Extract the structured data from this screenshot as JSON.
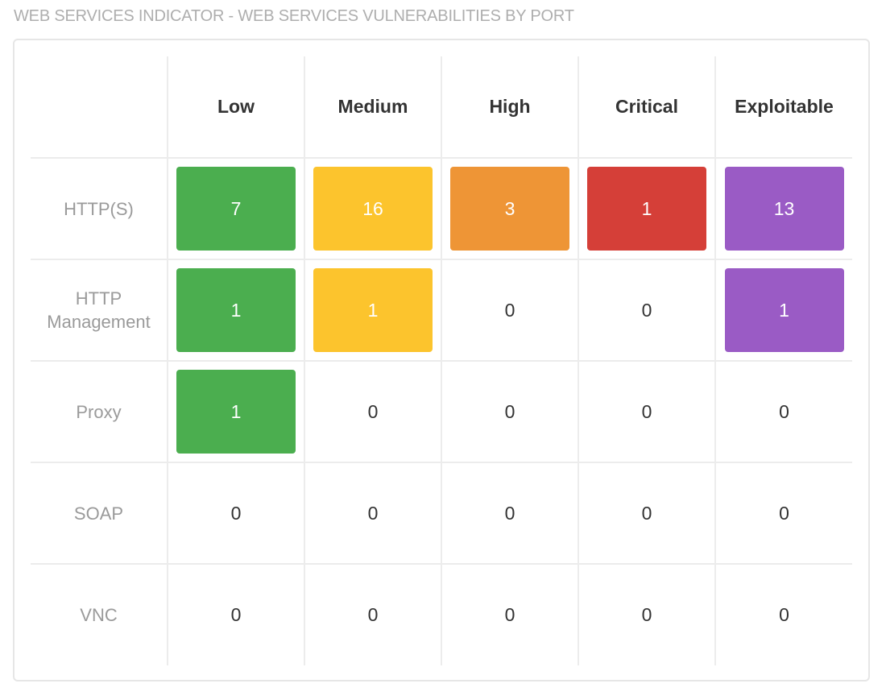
{
  "title": "WEB SERVICES INDICATOR - WEB SERVICES VULNERABILITIES BY PORT",
  "severity_colors": {
    "low": "#4bae4f",
    "medium": "#fcc42d",
    "high": "#ee9536",
    "critical": "#d53f38",
    "exploitable": "#9a5bc5"
  },
  "columns": [
    {
      "key": "low",
      "label": "Low"
    },
    {
      "key": "medium",
      "label": "Medium"
    },
    {
      "key": "high",
      "label": "High"
    },
    {
      "key": "critical",
      "label": "Critical"
    },
    {
      "key": "exploitable",
      "label": "Exploitable"
    }
  ],
  "rows": [
    {
      "label": "HTTP(S)",
      "values": [
        "7",
        "16",
        "3",
        "1",
        "13"
      ]
    },
    {
      "label": "HTTP Management",
      "values": [
        "1",
        "1",
        "0",
        "0",
        "1"
      ]
    },
    {
      "label": "Proxy",
      "values": [
        "1",
        "0",
        "0",
        "0",
        "0"
      ]
    },
    {
      "label": "SOAP",
      "values": [
        "0",
        "0",
        "0",
        "0",
        "0"
      ]
    },
    {
      "label": "VNC",
      "values": [
        "0",
        "0",
        "0",
        "0",
        "0"
      ]
    }
  ]
}
